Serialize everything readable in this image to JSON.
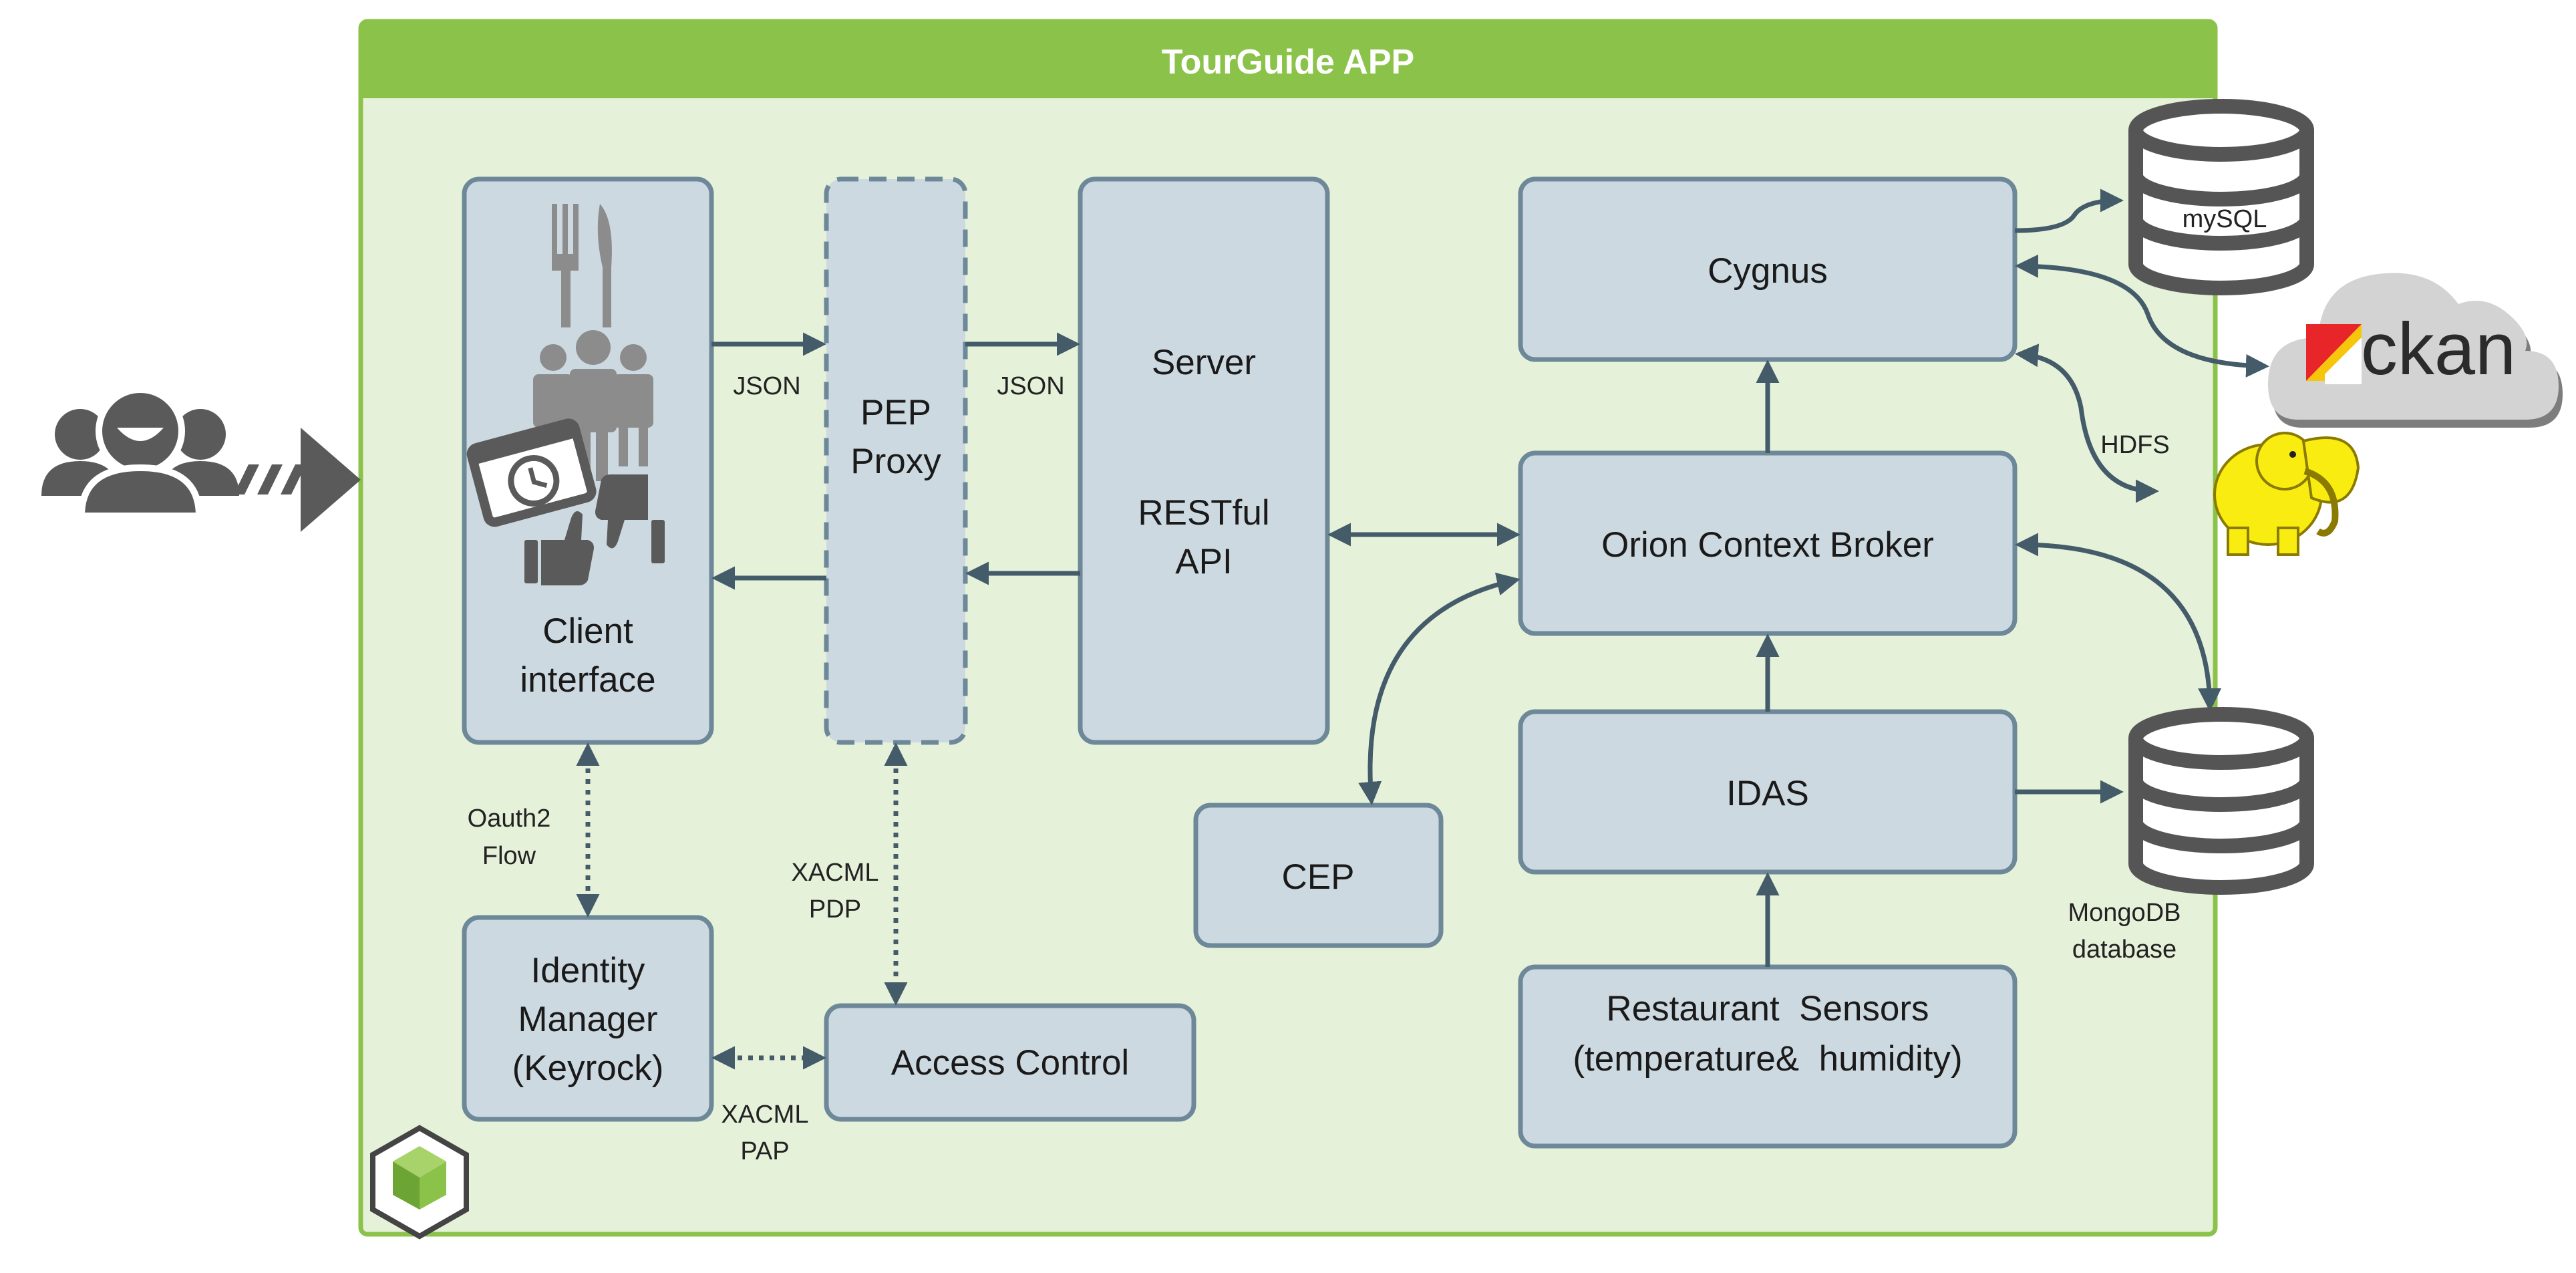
{
  "app": {
    "title": "TourGuide APP"
  },
  "colors": {
    "header": "#8bc34a",
    "panel_bg": "#e6f1da",
    "box_fill": "#cdd9e0",
    "box_border": "#6d8898",
    "connector": "#445b69"
  },
  "components": {
    "client": {
      "line1": "Client",
      "line2": "interface"
    },
    "pep": {
      "line1": "PEP",
      "line2": "Proxy"
    },
    "server": {
      "line1": "Server",
      "line2": "RESTful",
      "line3": "API"
    },
    "cygnus": {
      "label": "Cygnus"
    },
    "orion": {
      "label": "Orion Context Broker"
    },
    "idas": {
      "label": "IDAS"
    },
    "cep": {
      "label": "CEP"
    },
    "sensors": {
      "line1": "Restaurant  Sensors",
      "line2": "(temperature&  humidity)"
    },
    "idm": {
      "line1": "Identity",
      "line2": "Manager",
      "line3": "(Keyrock)"
    },
    "access": {
      "label": "Access Control"
    }
  },
  "edge_labels": {
    "json_left": "JSON",
    "json_right": "JSON",
    "oauth_1": "Oauth2",
    "oauth_2": "Flow",
    "pdp_1": "XACML",
    "pdp_2": "PDP",
    "pap_1": "XACML",
    "pap_2": "PAP",
    "hdfs": "HDFS"
  },
  "externals": {
    "mysql": "mySQL",
    "ckan": "ckan",
    "mongo_1": "MongoDB",
    "mongo_2": "database"
  },
  "icons": [
    "users-icon",
    "cutlery-icon",
    "group-icon",
    "calendar-clock-icon",
    "thumbs-up-icon",
    "thumbs-down-icon",
    "database-icon",
    "cloud-icon",
    "hadoop-elephant-icon",
    "cube-logo-icon"
  ]
}
